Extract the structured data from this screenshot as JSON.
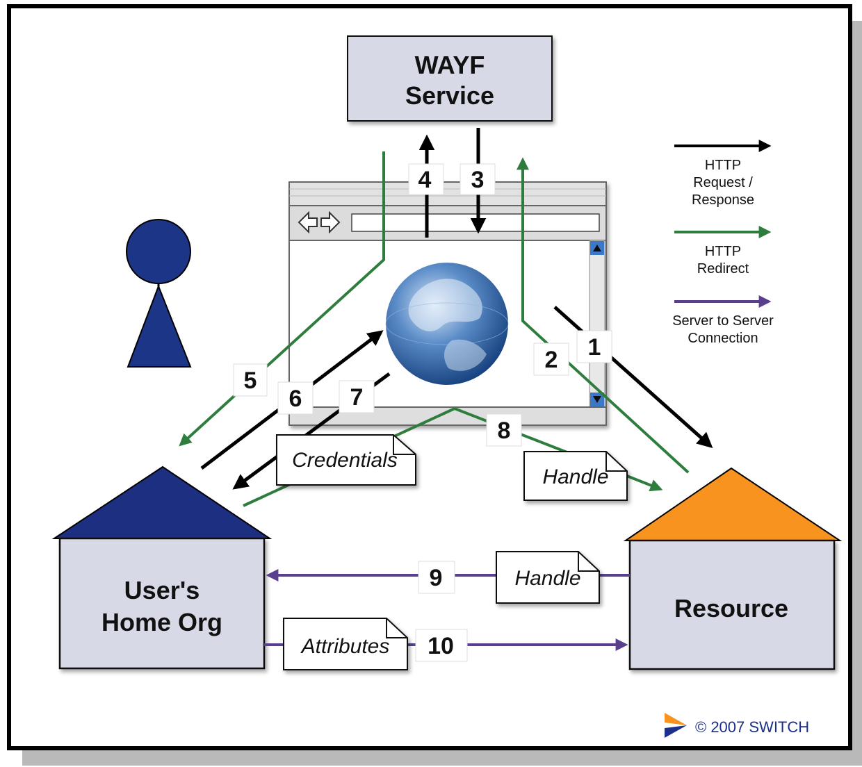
{
  "nodes": {
    "wayf": [
      "WAYF",
      "Service"
    ],
    "home_org": [
      "User's",
      "Home Org"
    ],
    "resource": "Resource"
  },
  "legend": {
    "request": [
      "HTTP",
      "Request /",
      "Response"
    ],
    "redirect": [
      "HTTP",
      "Redirect"
    ],
    "server": [
      "Server to Server",
      "Connection"
    ]
  },
  "steps": [
    "1",
    "2",
    "3",
    "4",
    "5",
    "6",
    "7",
    "8",
    "9",
    "10"
  ],
  "documents": {
    "credentials": "Credentials",
    "handle_redirect": "Handle",
    "handle_server": "Handle",
    "attributes": "Attributes"
  },
  "copyright": "© 2007 SWITCH",
  "colors": {
    "http": "#000000",
    "redirect": "#2e7d3e",
    "server": "#5a3f8f",
    "home_roof": "#1d2f80",
    "resource_roof": "#f7931e",
    "box_fill": "#d7d9e6",
    "user": "#1d3587"
  },
  "icons": {
    "user": "person-icon",
    "globe": "globe-icon",
    "logo": "switch-logo-icon"
  }
}
